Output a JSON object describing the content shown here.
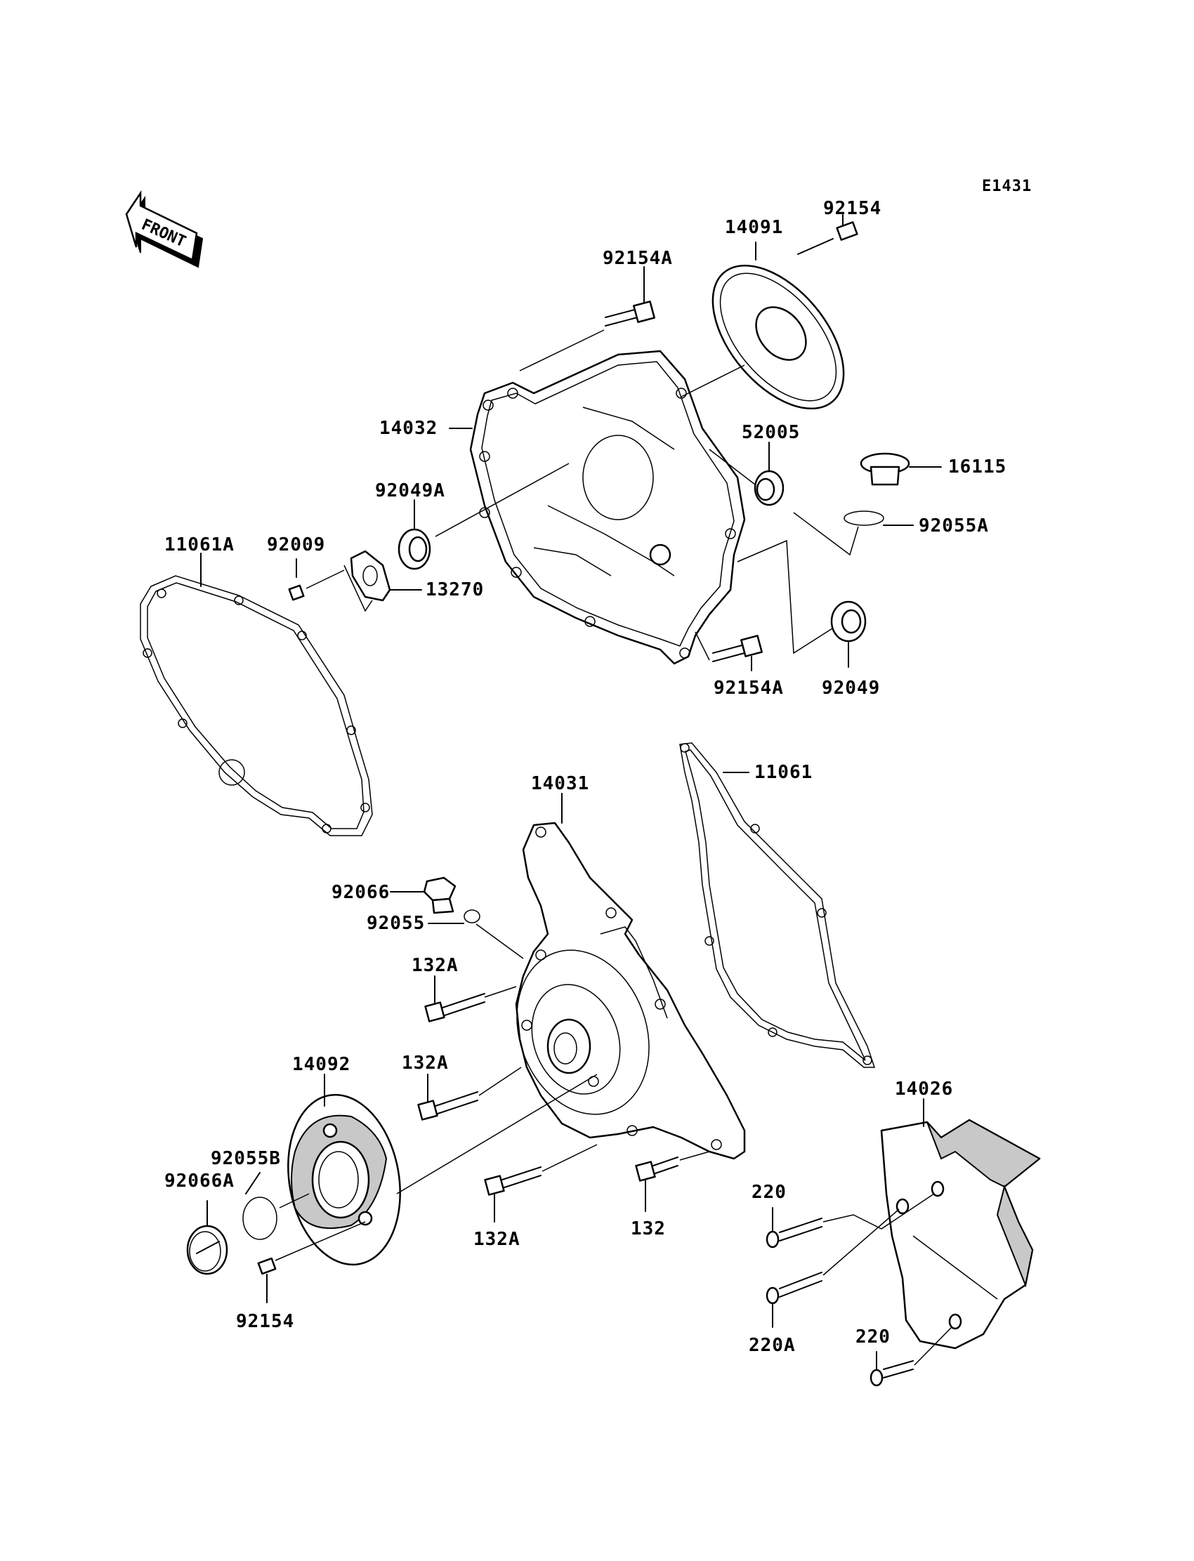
{
  "diagram_code": "E1431",
  "front_arrow_label": "FRONT",
  "parts": {
    "p92154_top": "92154",
    "p14091": "14091",
    "p92154A_top": "92154A",
    "p14032": "14032",
    "p52005": "52005",
    "p16115": "16115",
    "p92055A": "92055A",
    "p92049A": "92049A",
    "p11061A": "11061A",
    "p92009": "92009",
    "p13270": "13270",
    "p92154A_mid": "92154A",
    "p92049": "92049",
    "p11061": "11061",
    "p14031": "14031",
    "p92066": "92066",
    "p92055": "92055",
    "p132A_1": "132A",
    "p132A_2": "132A",
    "p14092": "14092",
    "p92055B": "92055B",
    "p92066A": "92066A",
    "p92154_bot": "92154",
    "p132A_3": "132A",
    "p132": "132",
    "p14026": "14026",
    "p220_1": "220",
    "p220A": "220A",
    "p220_2": "220"
  }
}
